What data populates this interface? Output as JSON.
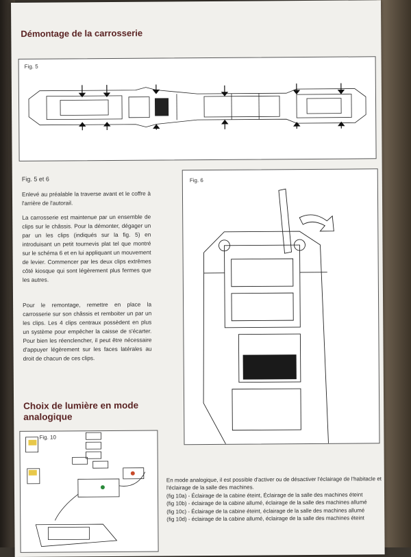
{
  "section1": {
    "title": "Démontage de la carrosserie"
  },
  "fig5": {
    "label": "Fig. 5"
  },
  "subheading": "Fig. 5 et 6",
  "paragraphs": [
    "Enlevé au préalable la traverse avant et le coffre à l'arrière de l'autorail.",
    "La carrosserie est maintenue par un ensemble de clips sur le châssis. Pour la démonter, dégager un par un les clips (indiqués sur la fig. 5) en introduisant un petit tournevis plat tel que montré sur le schéma 6 et en lui appliquant un mouvement de levier. Commencer par les deux clips extrêmes côté kiosque qui sont légèrement plus fermes que les autres.",
    "Pour le remontage, remettre en place la carrosserie sur son châssis et remboiter un par un les clips. Les 4 clips centraux possèdent en plus un système pour empêcher la caisse de s'écarter. Pour bien les réenclencher, il peut être nécessaire d'appuyer légèrement sur les faces latérales au droit de chacun de ces clips."
  ],
  "fig6": {
    "label": "Fig. 6"
  },
  "section2": {
    "title": "Choix de lumière en mode analogique"
  },
  "fig10": {
    "label": "Fig. 10"
  },
  "analog": {
    "intro": "En mode analogique, il est possible d'activer ou de désactiver l'éclairage de l'habitacle et l'éclairage de la salle des machines.",
    "items": [
      "(fig 10a) - Éclairage de la cabine éteint, Éclairage de la salle des machines éteint",
      "(fig 10b) - éclairage de la cabine allumé, éclairage de la salle des machines allumé",
      "(fig 10c) - Éclairage de la cabine éteint, éclairage de la salle des machines allumé",
      "(fig 10d) - éclairage de la cabine allumé, éclairage de la salle des machines éteint"
    ]
  }
}
